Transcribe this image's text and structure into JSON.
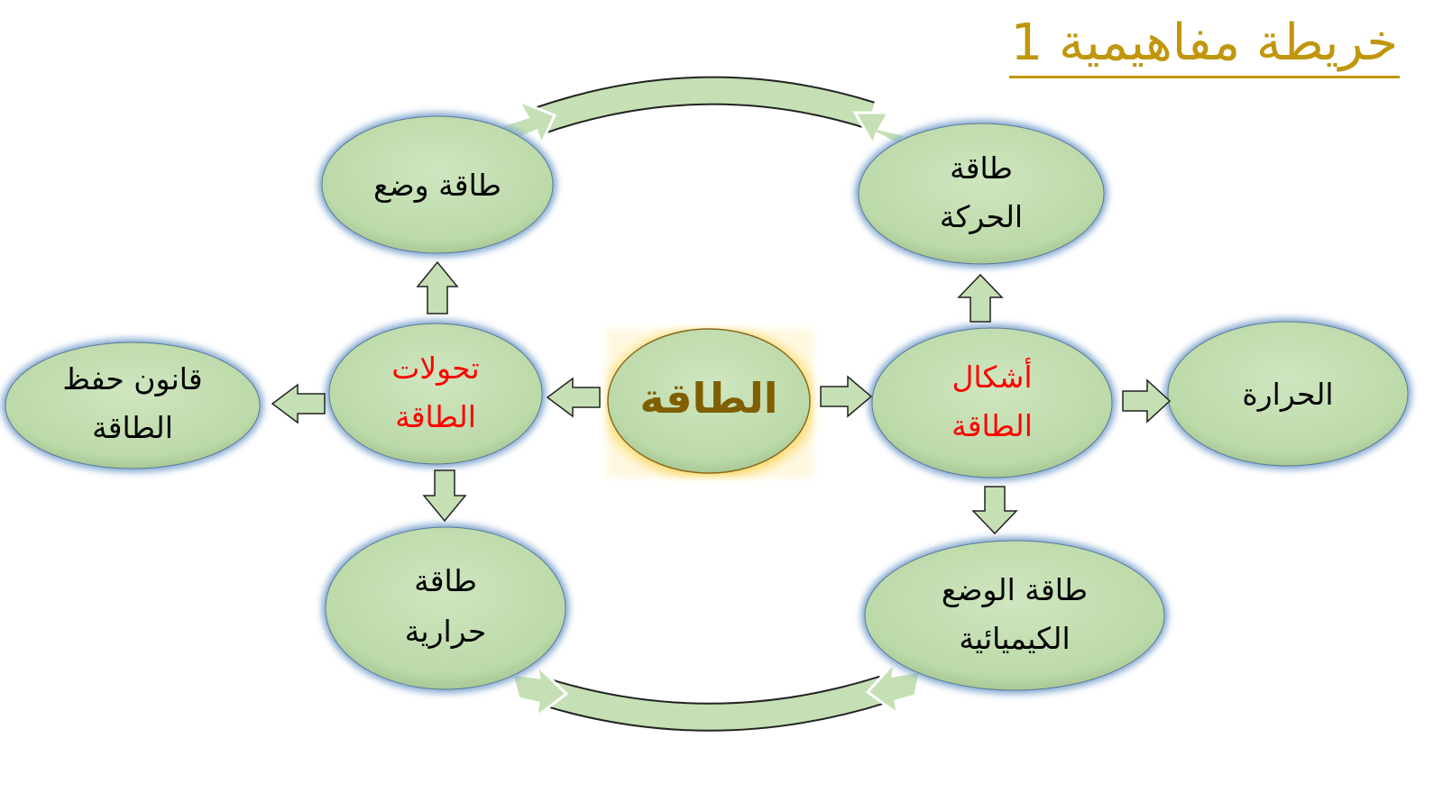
{
  "title": "خريطة مفاهيمية 1",
  "center": {
    "label": "الطاقة"
  },
  "nodes": {
    "potential": {
      "line1": "طاقة وضع"
    },
    "kinetic": {
      "line1": "طاقة",
      "line2": "الحركة"
    },
    "transformations": {
      "line1": "تحولات",
      "line2": "الطاقة"
    },
    "forms": {
      "line1": "أشكال",
      "line2": "الطاقة"
    },
    "conservation": {
      "line1": "قانون حفظ",
      "line2": "الطاقة"
    },
    "heat": {
      "line1": "الحرارة"
    },
    "thermal": {
      "line1": "طاقة",
      "line2": "حرارية"
    },
    "chemical": {
      "line1": "طاقة الوضع",
      "line2": "الكيميائية"
    }
  },
  "colors": {
    "node_fill": "#c5e0b4",
    "title": "#c0960c",
    "highlight": "#ff0000",
    "center_text": "#7f5f00"
  }
}
